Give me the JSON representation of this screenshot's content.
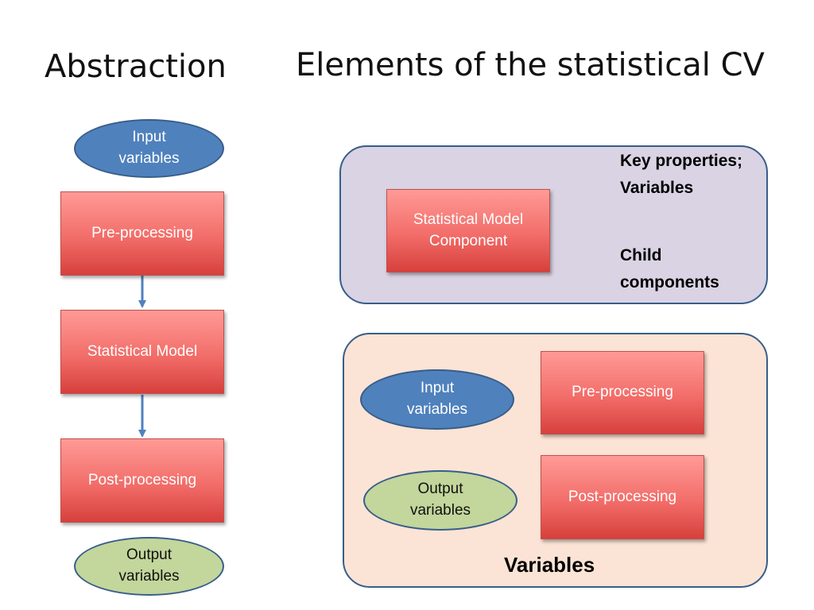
{
  "slide": {
    "title_left": "Abstraction",
    "title_right": "Elements of the statistical CV"
  },
  "abstraction": {
    "input_line1": "Input",
    "input_line2": "variables",
    "preprocessing": "Pre-processing",
    "statistical_model": "Statistical Model",
    "postprocessing": "Post-processing",
    "output_line1": "Output",
    "output_line2": "variables"
  },
  "model_panel": {
    "component_line1": "Statistical Model",
    "component_line2": "Component",
    "key_line1": "Key properties;",
    "key_line2": "Variables",
    "child_line1": "Child",
    "child_line2": "components"
  },
  "variables_panel": {
    "input_line1": "Input",
    "input_line2": "variables",
    "output_line1": "Output",
    "output_line2": "variables",
    "preprocessing": "Pre-processing",
    "postprocessing": "Post-processing",
    "label": "Variables"
  },
  "colors": {
    "ellipse_blue": "#4f81bd",
    "ellipse_green": "#c3d69b",
    "box_red": "#f26d69",
    "panel_purple": "#d9d3e3",
    "panel_peach": "#fbe4d5",
    "border_blue": "#385d8a",
    "arrow_blue": "#4f81bd"
  }
}
